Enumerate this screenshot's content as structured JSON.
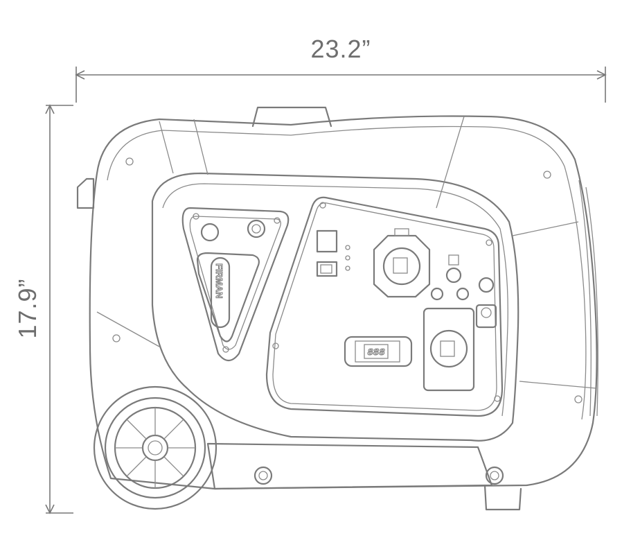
{
  "dimensions": {
    "width_label": "23.2”",
    "height_label": "17.9”"
  },
  "product": {
    "brand_logo": "FIRMAN",
    "display_readout": "888"
  },
  "colors": {
    "line": "#7a7a7a",
    "background": "#ffffff"
  }
}
